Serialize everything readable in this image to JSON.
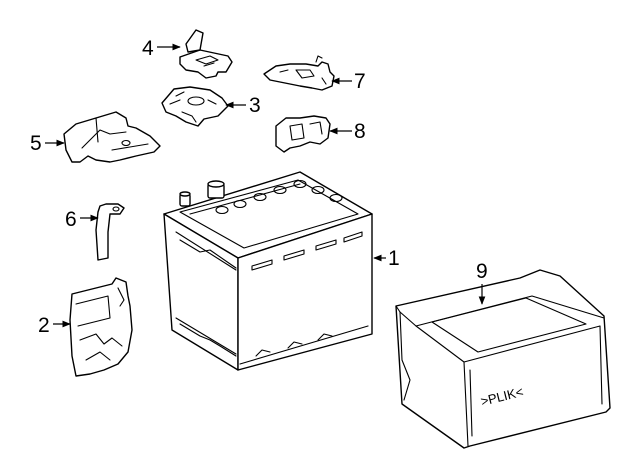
{
  "callouts": [
    {
      "id": "1",
      "label": "1"
    },
    {
      "id": "2",
      "label": "2"
    },
    {
      "id": "3",
      "label": "3"
    },
    {
      "id": "4",
      "label": "4"
    },
    {
      "id": "5",
      "label": "5"
    },
    {
      "id": "6",
      "label": "6"
    },
    {
      "id": "7",
      "label": "7"
    },
    {
      "id": "8",
      "label": "8"
    },
    {
      "id": "9",
      "label": "9"
    }
  ],
  "tray_marking": ">PLIK<"
}
